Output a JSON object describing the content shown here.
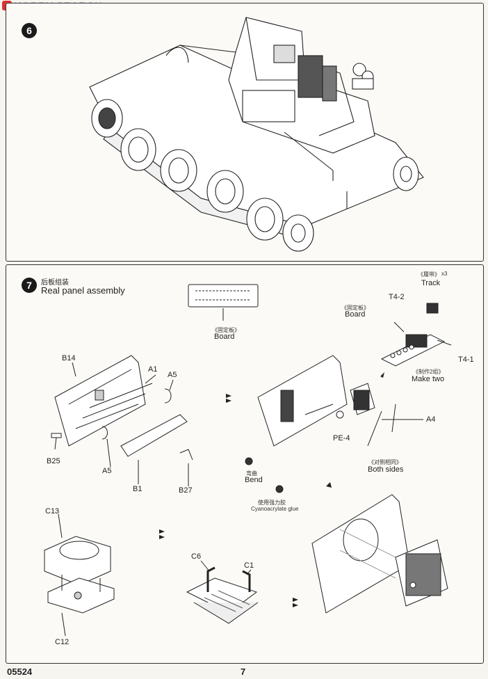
{
  "watermark": {
    "text": "HOBBY SEARCH"
  },
  "step6": {
    "number": "6"
  },
  "step7": {
    "number": "7",
    "title_cn": "后板组装",
    "title_en": "Real panel assembly",
    "board": {
      "cn": "《固定板》",
      "en": "Board"
    },
    "track": {
      "cn": "《履带》",
      "qty": "x3",
      "en": "Track"
    },
    "board2": {
      "cn": "《固定板》",
      "en": "Board"
    },
    "make_two": {
      "cn": "《制作2组》",
      "en": "Make two"
    },
    "parts": {
      "b14": "B14",
      "a1": "A1",
      "a5_top": "A5",
      "b25": "B25",
      "a5_bottom": "A5",
      "b1": "B1",
      "b27": "B27",
      "t4_2": "T4-2",
      "t4_1": "T4-1",
      "pe4": "PE-4",
      "a4": "A4",
      "c13": "C13",
      "c12": "C12",
      "c6": "C6",
      "c1": "C1"
    },
    "bend": {
      "cn": "弯曲",
      "en": "Bend"
    },
    "glue": {
      "cn": "使用强力胶",
      "en": "Cyanoacrylate glue"
    },
    "both_sides": {
      "cn": "《对侧相同》",
      "en": "Both sides"
    }
  },
  "footer": {
    "code": "05524",
    "page": "7"
  }
}
